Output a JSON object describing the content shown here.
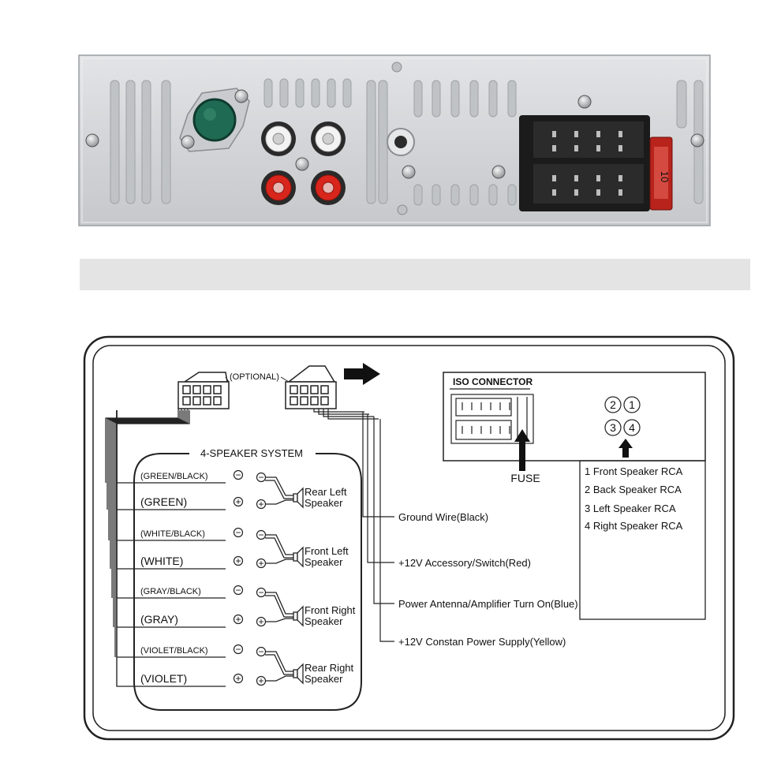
{
  "colors": {
    "panel": "#d7d9dc",
    "panel_dark": "#aeb1b5",
    "rca_red": "#d8261c",
    "rca_white": "#f3f3f3",
    "ground_post": "#1f6a52",
    "connector": "#1b1b1b",
    "fuse": "#b8231c",
    "divider_bar": "#e4e4e4",
    "diagram_line": "#222222"
  },
  "icons": {
    "arrow": "arrow-right-icon",
    "fuse_arrow": "arrow-up-icon",
    "speaker": "speaker-icon",
    "minus": "minus-circle-icon",
    "plus": "plus-circle-icon",
    "rca_number": "circled-number-icon"
  },
  "back_panel": {
    "fuse_rating": "10"
  },
  "diagram": {
    "optional_label": "(OPTIONAL)",
    "speaker_system_title": "4-SPEAKER SYSTEM",
    "wires": [
      {
        "label": "(GREEN/BLACK)",
        "sign": "−",
        "size": "small"
      },
      {
        "label": "(GREEN)",
        "sign": "+",
        "size": "big"
      },
      {
        "label": "(WHITE/BLACK)",
        "sign": "−",
        "size": "small"
      },
      {
        "label": "(WHITE)",
        "sign": "+",
        "size": "big"
      },
      {
        "label": "(GRAY/BLACK)",
        "sign": "−",
        "size": "small"
      },
      {
        "label": "(GRAY)",
        "sign": "+",
        "size": "big"
      },
      {
        "label": "(VIOLET/BLACK)",
        "sign": "−",
        "size": "small"
      },
      {
        "label": "(VIOLET)",
        "sign": "+",
        "size": "big"
      }
    ],
    "speakers": [
      {
        "line1": "Rear Left",
        "line2": "Speaker"
      },
      {
        "line1": "Front Left",
        "line2": "Speaker"
      },
      {
        "line1": "Front Right",
        "line2": "Speaker"
      },
      {
        "line1": "Rear Right",
        "line2": "Speaker"
      }
    ],
    "power_wires": [
      "Ground  Wire(Black)",
      "+12V Accessory/Switch(Red)",
      "Power Antenna/Amplifier Turn On(Blue)",
      "+12V Constan Power Supply(Yellow)"
    ],
    "iso_title": "ISO CONNECTOR",
    "fuse_label": "FUSE",
    "rca_numbers": [
      "2",
      "1",
      "3",
      "4"
    ],
    "rca_legend": [
      "1 Front Speaker RCA",
      "2 Back Speaker RCA",
      "3 Left  Speaker RCA",
      "4 Right  Speaker RCA"
    ]
  }
}
